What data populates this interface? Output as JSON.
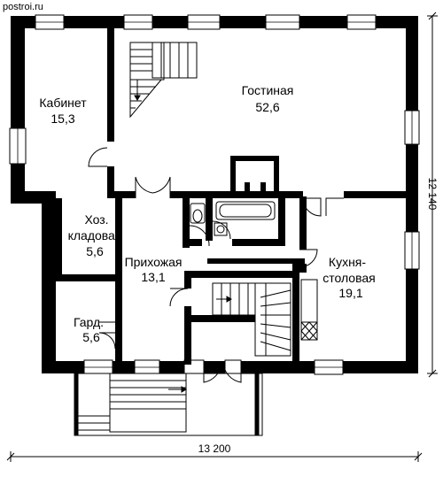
{
  "watermark": "postroi.ru",
  "rooms": [
    {
      "id": "cabinet",
      "name": "Кабинет",
      "area": "15,3"
    },
    {
      "id": "living",
      "name": "Гостиная",
      "area": "52,6"
    },
    {
      "id": "storage",
      "name_line1": "Хоз.",
      "name_line2": "кладовая",
      "area": "5,6"
    },
    {
      "id": "hall",
      "name": "Прихожая",
      "area": "13,1"
    },
    {
      "id": "kitchen",
      "name_line1": "Кухня-",
      "name_line2": "столовая",
      "area": "19,1"
    },
    {
      "id": "wardrobe",
      "name": "Гард.",
      "area": "5,6"
    }
  ],
  "dimensions": {
    "width": "13 200",
    "height": "12 140"
  }
}
